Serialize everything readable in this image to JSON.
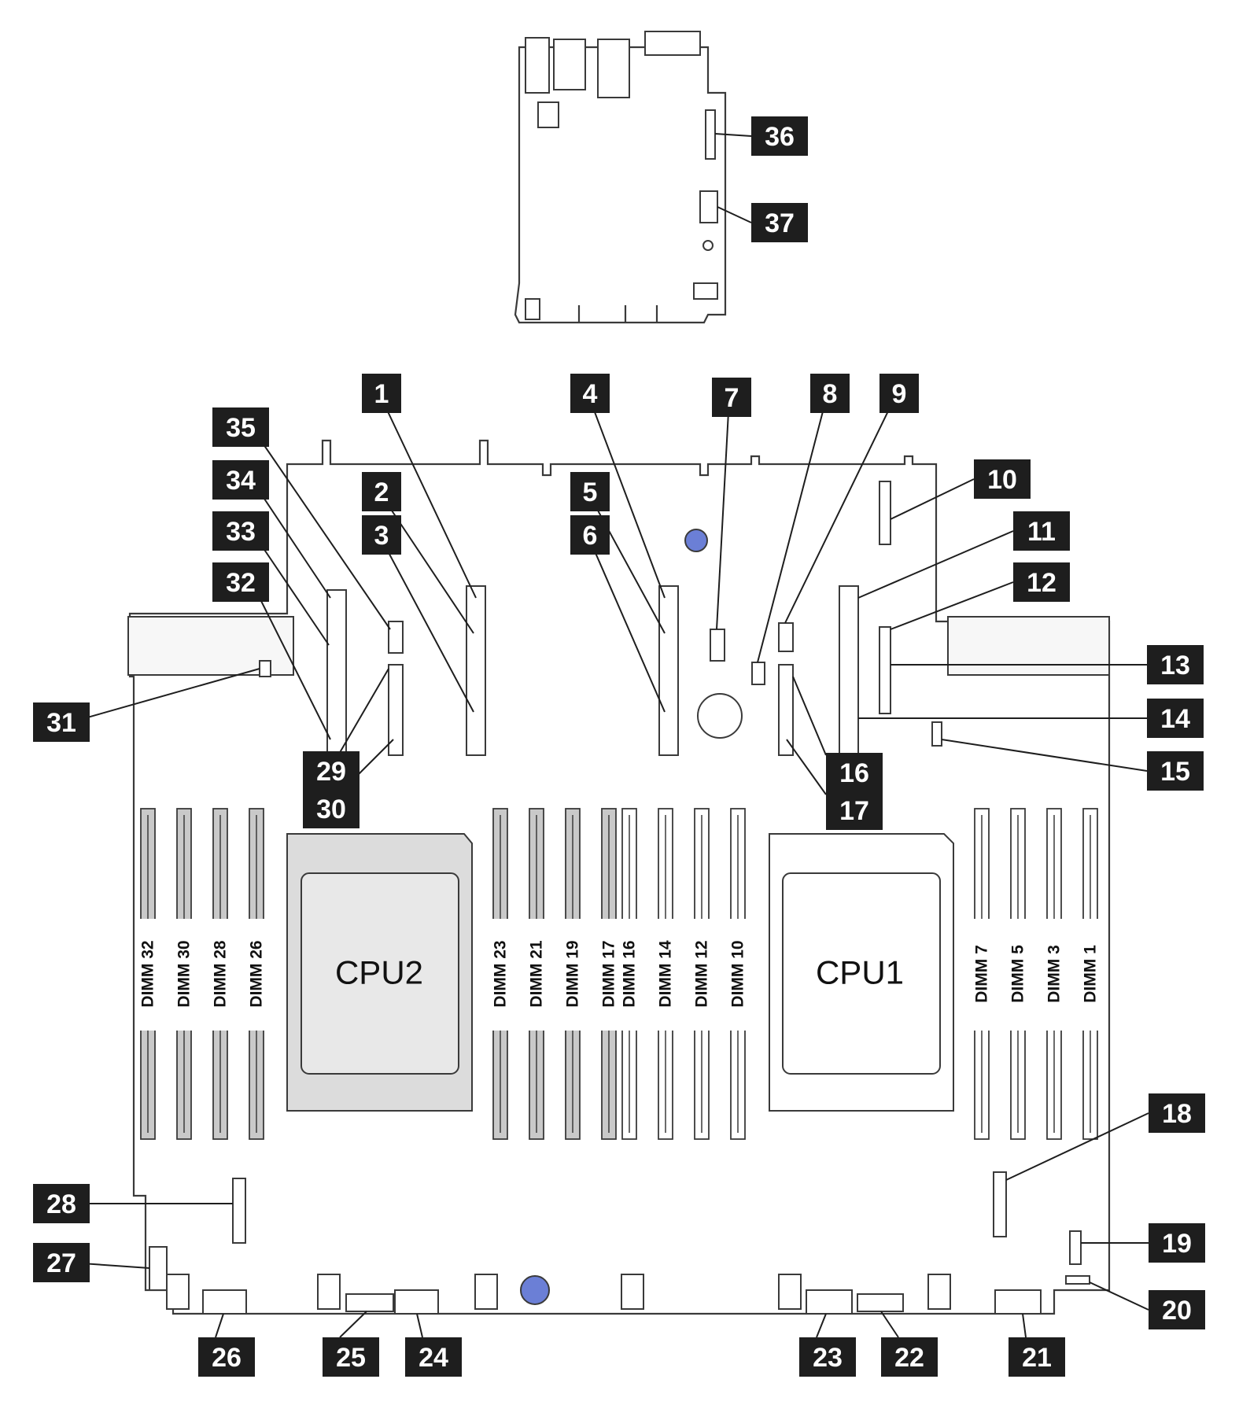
{
  "cpus": [
    {
      "id": "cpu2",
      "label": "CPU2",
      "shaded": true
    },
    {
      "id": "cpu1",
      "label": "CPU1",
      "shaded": false
    }
  ],
  "dimm_labels": [
    "DIMM 32",
    "DIMM 30",
    "DIMM 28",
    "DIMM 26",
    "DIMM 23",
    "DIMM 21",
    "DIMM 19",
    "DIMM 17",
    "DIMM 16",
    "DIMM 14",
    "DIMM 12",
    "DIMM 10",
    "DIMM 7",
    "DIMM 5",
    "DIMM 3",
    "DIMM 1"
  ],
  "callouts": [
    "1",
    "2",
    "3",
    "4",
    "5",
    "6",
    "7",
    "8",
    "9",
    "10",
    "11",
    "12",
    "13",
    "14",
    "15",
    "16",
    "17",
    "18",
    "19",
    "20",
    "21",
    "22",
    "23",
    "24",
    "25",
    "26",
    "27",
    "28",
    "29",
    "30",
    "31",
    "32",
    "33",
    "34",
    "35",
    "36",
    "37"
  ],
  "colors": {
    "callout_fill": "#1e1e1e",
    "callout_text": "#ffffff",
    "cpu2_fill": "#dcdcdc",
    "dimm_shaded": "#c9c9c9",
    "thumbscrew": "#6b7fd6"
  }
}
